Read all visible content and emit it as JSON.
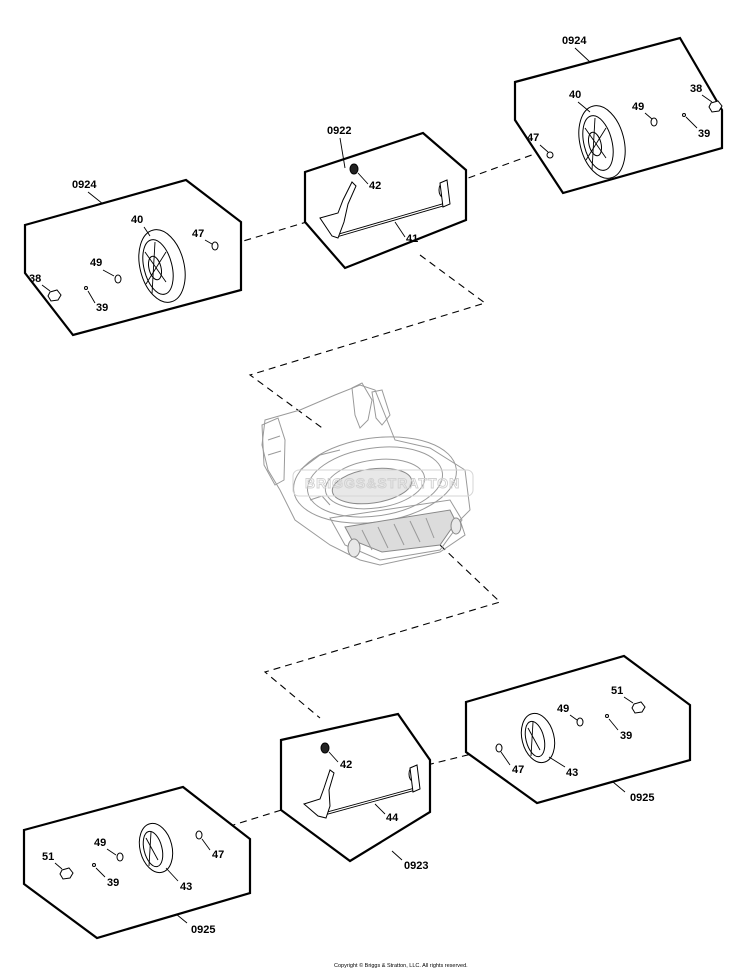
{
  "assemblies": {
    "top_right_wheel": "0924",
    "top_left_wheel": "0924",
    "top_axle": "0922",
    "bottom_axle": "0923",
    "bottom_right_wheel": "0925",
    "bottom_left_wheel": "0925"
  },
  "callouts": {
    "tr_38": "38",
    "tr_40": "40",
    "tr_49": "49",
    "tr_47": "47",
    "tr_39": "39",
    "tl_40": "40",
    "tl_47": "47",
    "tl_49": "49",
    "tl_38": "38",
    "tl_39": "39",
    "ta_42": "42",
    "ta_41": "41",
    "br_51": "51",
    "br_49": "49",
    "br_39": "39",
    "br_47": "47",
    "br_43": "43",
    "ba_42": "42",
    "ba_44": "44",
    "bl_49": "49",
    "bl_51": "51",
    "bl_47": "47",
    "bl_39": "39",
    "bl_43": "43"
  },
  "watermark": "BRIGGS&STRATTON",
  "copyright": "Copyright © Briggs & Stratton, LLC. All rights reserved."
}
